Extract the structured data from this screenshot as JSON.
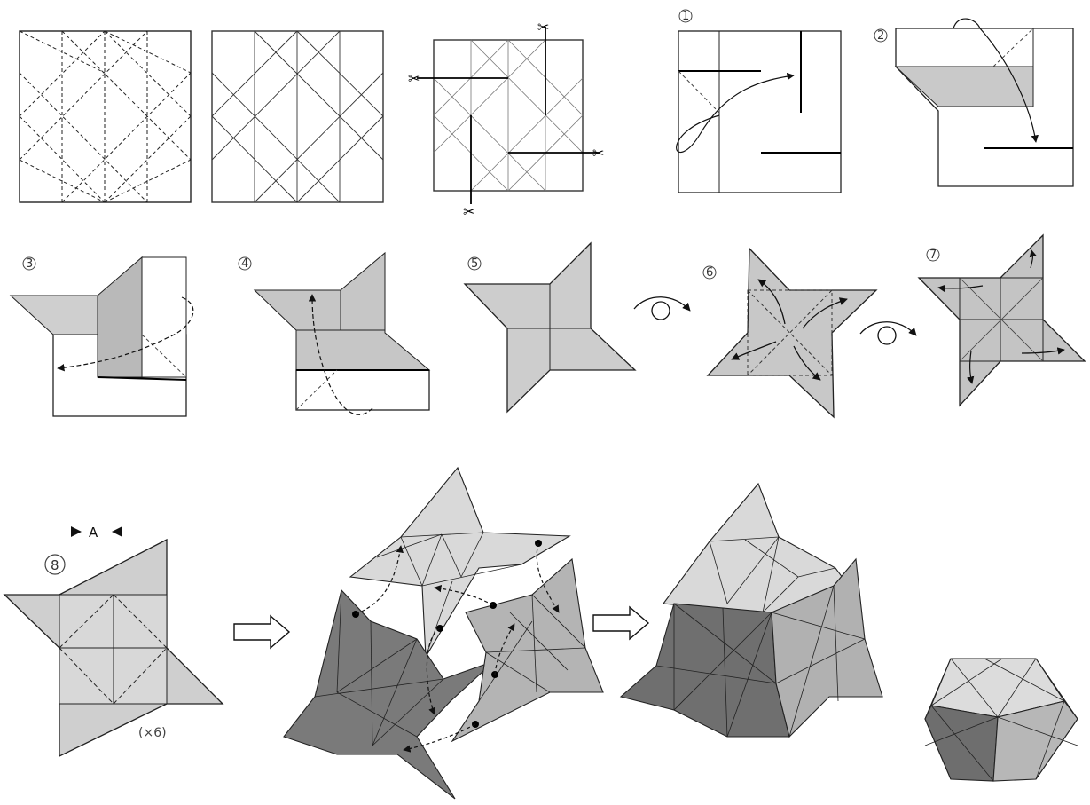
{
  "steps": {
    "s1": "1",
    "s2": "2",
    "s3": "3",
    "s4": "4",
    "s5": "5",
    "s6": "6",
    "s7": "7",
    "s8": "8"
  },
  "label_a": "A",
  "multiplier": "(×6)",
  "colors": {
    "paper_light": "#dcdcdc",
    "paper_mid": "#b9b9b9",
    "paper_dark": "#7a7a7a",
    "line": "#1a1a1a"
  }
}
